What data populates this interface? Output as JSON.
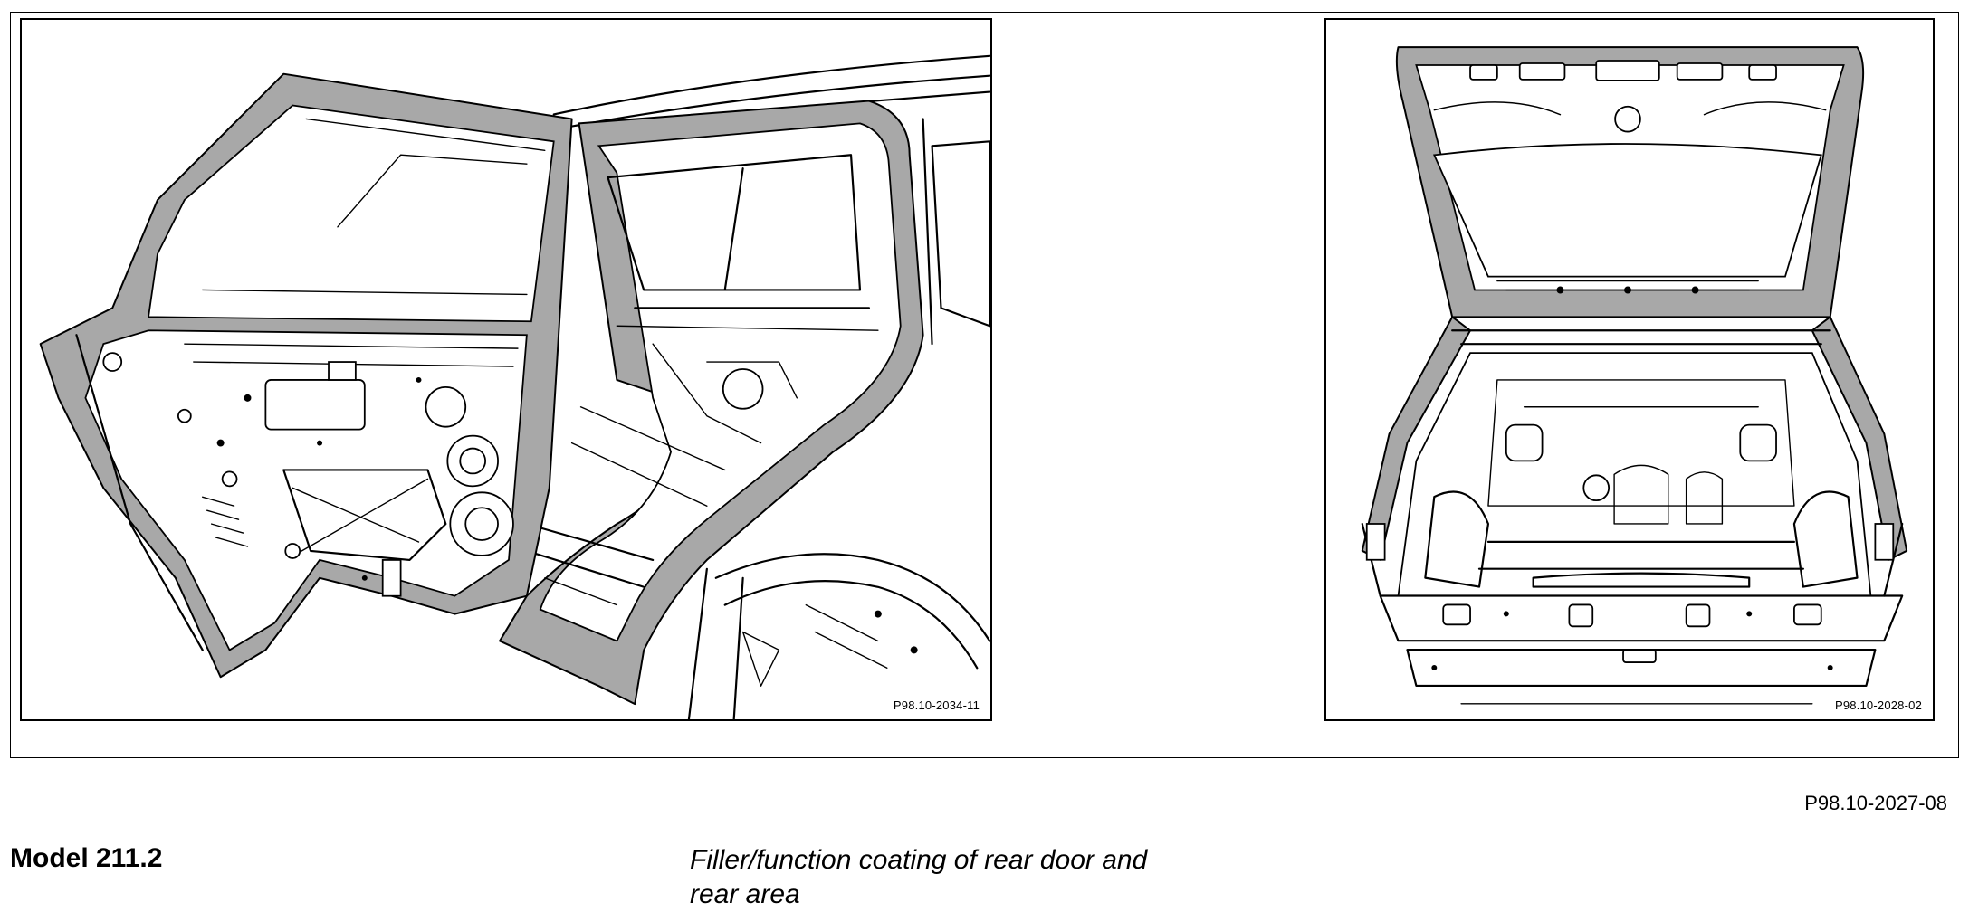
{
  "figure": {
    "left_panel": {
      "code": "P98.10-2034-11"
    },
    "right_panel": {
      "code": "P98.10-2028-02"
    },
    "reference": "P98.10-2027-08"
  },
  "model": {
    "label": "Model 211.2"
  },
  "caption": {
    "text_line1": "Filler/function coating of rear door and",
    "text_line2": "rear area"
  }
}
